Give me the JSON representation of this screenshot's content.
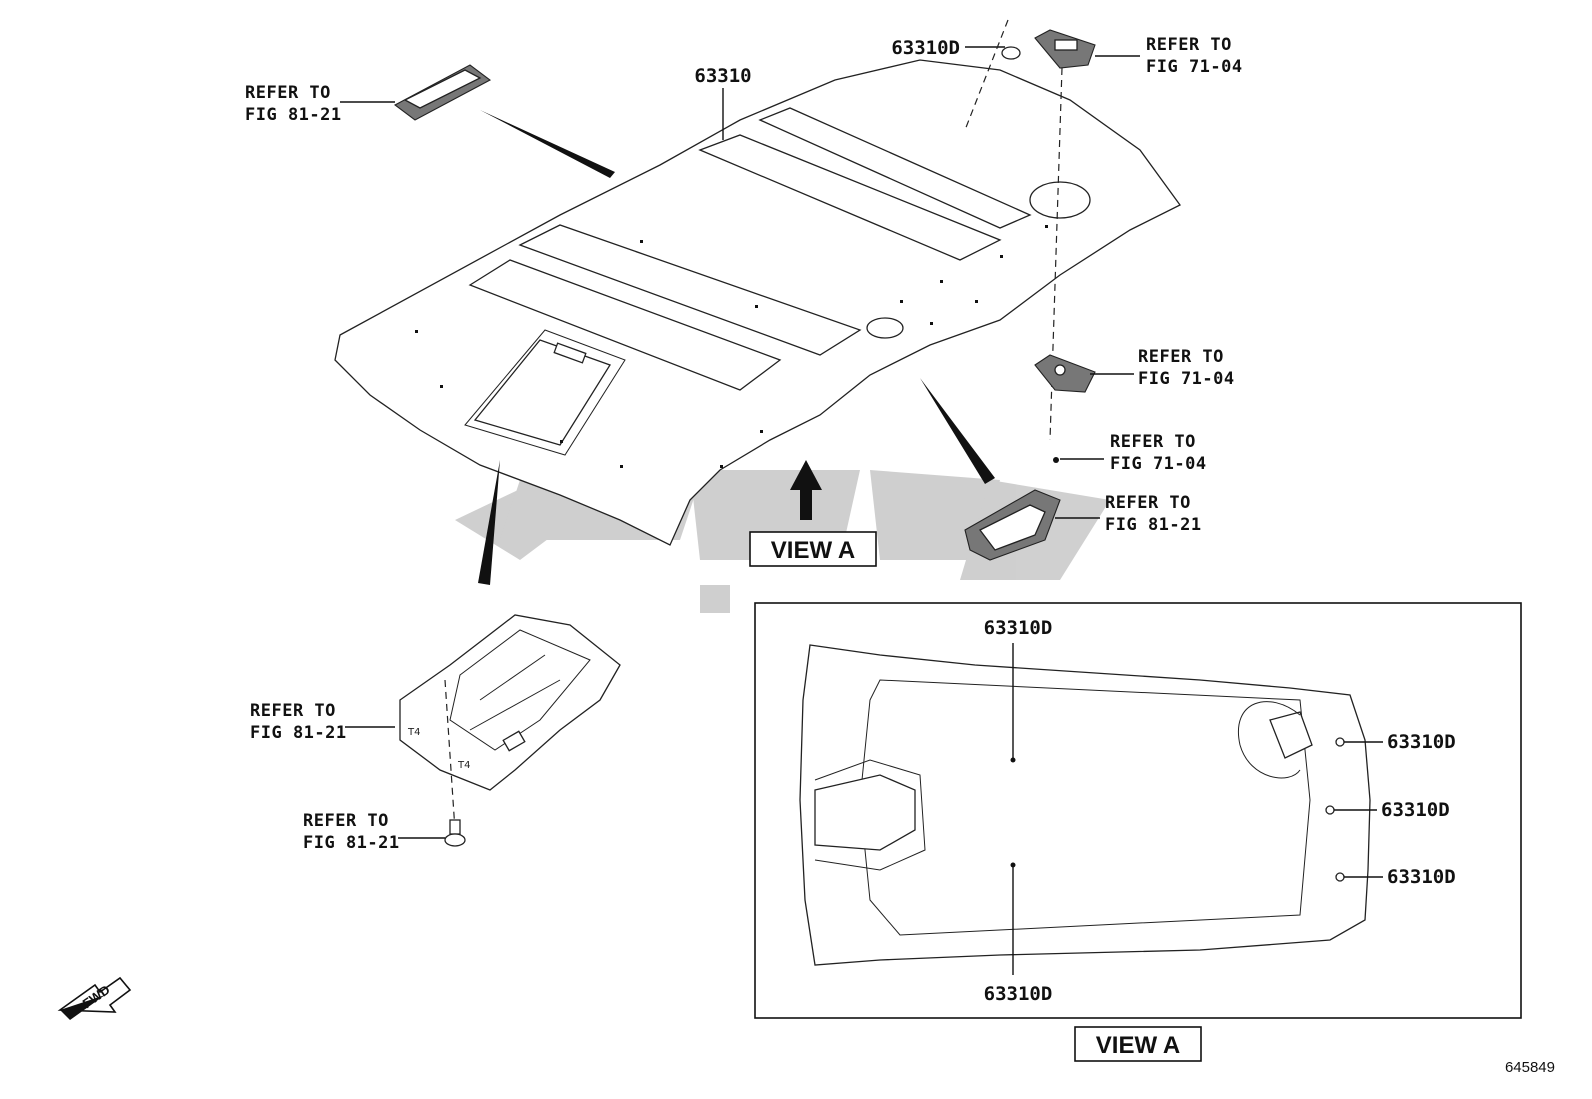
{
  "diagram_number": "645849",
  "main_part": {
    "number": "63310"
  },
  "clip_part": {
    "number": "63310D"
  },
  "view_label": "VIEW A",
  "fwd_label": "FWD",
  "references": [
    {
      "id": "ref_top_left",
      "line1": "REFER TO",
      "line2": "FIG 81-21"
    },
    {
      "id": "ref_top_right",
      "line1": "REFER TO",
      "line2": "FIG 71-04"
    },
    {
      "id": "ref_mid_right_1",
      "line1": "REFER TO",
      "line2": "FIG 71-04"
    },
    {
      "id": "ref_mid_right_2",
      "line1": "REFER TO",
      "line2": "FIG 71-04"
    },
    {
      "id": "ref_mid_right_3",
      "line1": "REFER TO",
      "line2": "FIG 81-21"
    },
    {
      "id": "ref_console",
      "line1": "REFER TO",
      "line2": "FIG 81-21"
    },
    {
      "id": "ref_screw",
      "line1": "REFER TO",
      "line2": "FIG 81-21"
    }
  ],
  "view_a_callouts": [
    "63310D",
    "63310D",
    "63310D",
    "63310D",
    "63310D"
  ]
}
